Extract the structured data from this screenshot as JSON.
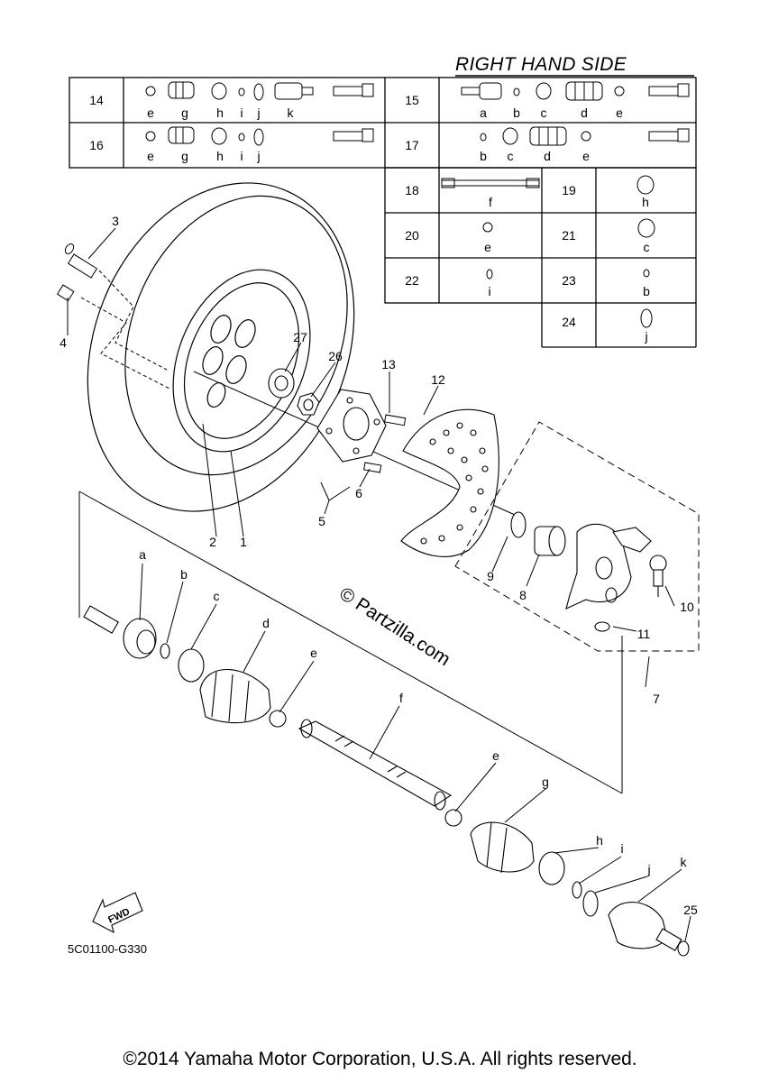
{
  "header": {
    "title": "RIGHT HAND SIDE"
  },
  "table": {
    "rows": [
      {
        "num": "14",
        "letters": [
          "e",
          "g",
          "h",
          "i",
          "j",
          "k"
        ]
      },
      {
        "num": "15",
        "letters": [
          "a",
          "b",
          "c",
          "d",
          "e"
        ]
      },
      {
        "num": "16",
        "letters": [
          "e",
          "g",
          "h",
          "i",
          "j"
        ]
      },
      {
        "num": "17",
        "letters": [
          "b",
          "c",
          "d",
          "e"
        ]
      },
      {
        "num": "18",
        "letters": [
          "f"
        ]
      },
      {
        "num": "19",
        "letters": [
          "h"
        ]
      },
      {
        "num": "20",
        "letters": [
          "e"
        ]
      },
      {
        "num": "21",
        "letters": [
          "c"
        ]
      },
      {
        "num": "22",
        "letters": [
          "i"
        ]
      },
      {
        "num": "23",
        "letters": [
          "b"
        ]
      },
      {
        "num": "24",
        "letters": [
          "j"
        ]
      }
    ]
  },
  "callouts": {
    "numbers": [
      "1",
      "2",
      "3",
      "4",
      "5",
      "6",
      "7",
      "8",
      "9",
      "10",
      "11",
      "12",
      "13",
      "25",
      "26",
      "27"
    ],
    "letters": [
      "a",
      "b",
      "c",
      "d",
      "e",
      "f",
      "e",
      "g",
      "h",
      "i",
      "j",
      "k"
    ]
  },
  "watermark": "© Partzilla.com",
  "fwd_label": "FWD",
  "part_code": "5C01100-G330",
  "footer": {
    "copyright": "©2014 Yamaha Motor Corporation, U.S.A. All rights reserved."
  }
}
